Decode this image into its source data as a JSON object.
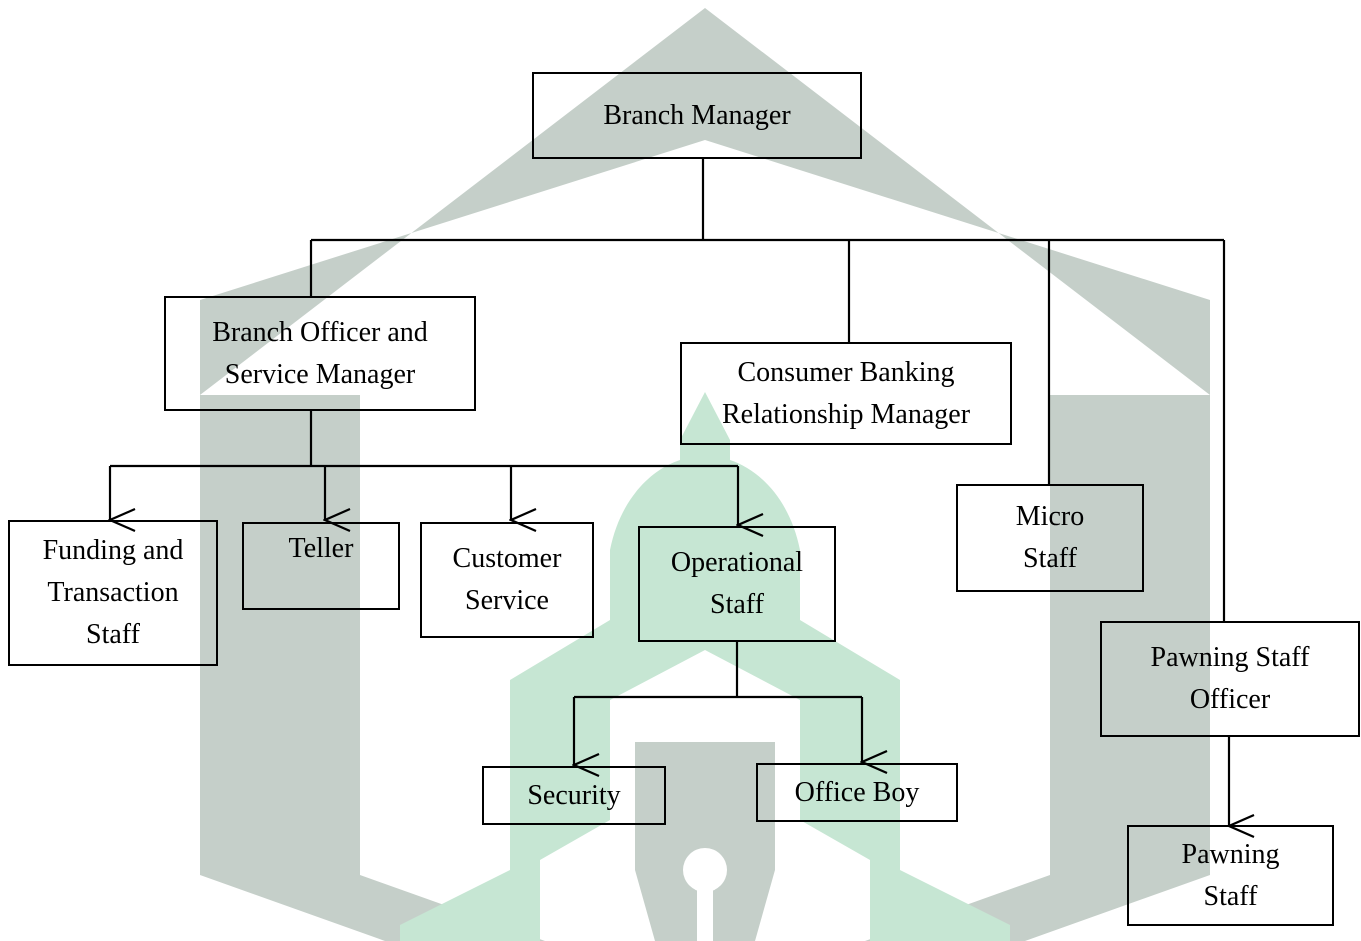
{
  "colors": {
    "watermark_gray": "#c5cfc9",
    "watermark_green": "#c6e6d3",
    "box_stroke": "#000000",
    "connector": "#000000"
  },
  "nodes": {
    "branch_manager": "Branch Manager",
    "branch_officer": "Branch Officer and\nService Manager",
    "consumer_banking": "Consumer Banking\nRelationship Manager",
    "micro_staff": "Micro\nStaff",
    "pawning_officer": "Pawning Staff\nOfficer",
    "pawning_staff": "Pawning\nStaff",
    "funding": "Funding and\nTransaction\nStaff",
    "teller": "Teller",
    "customer_service": "Customer\nService",
    "operational": "Operational\nStaff",
    "security": "Security",
    "office_boy": "Office Boy"
  }
}
